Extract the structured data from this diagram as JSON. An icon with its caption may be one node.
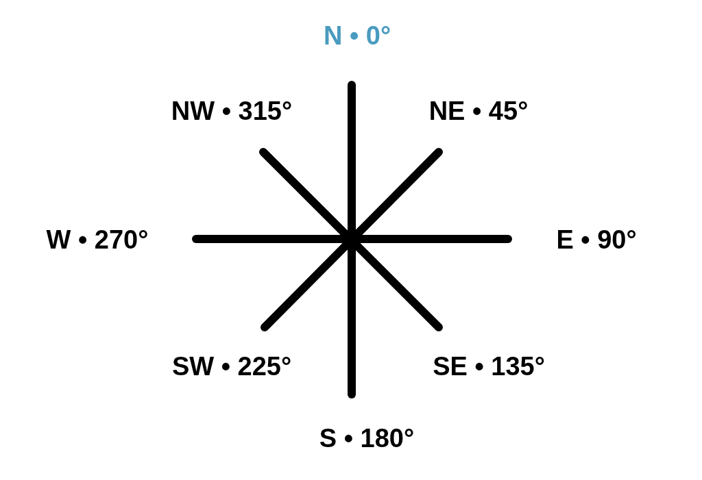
{
  "diagram": {
    "labels": [
      "N • 0°",
      "NW • 315°",
      "NE • 45°",
      "W • 270°",
      "E • 90°",
      "SW • 225°",
      "SE • 135°",
      "S • 180°"
    ]
  }
}
